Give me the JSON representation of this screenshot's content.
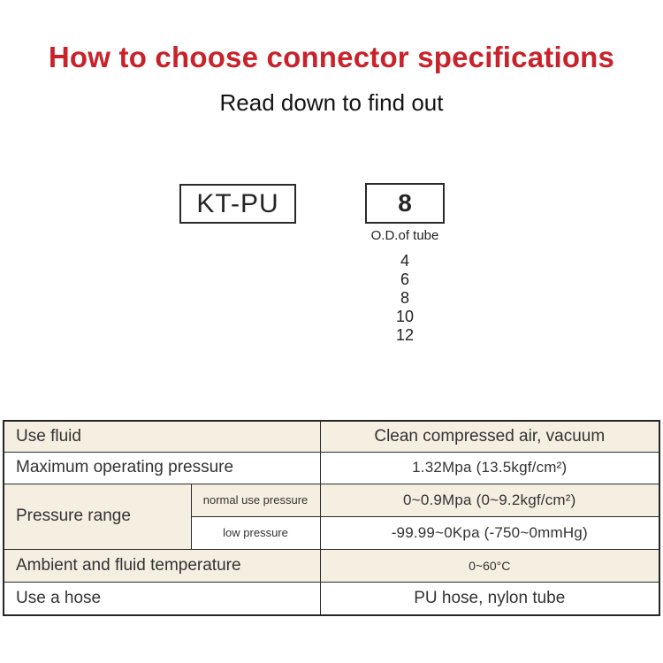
{
  "page": {
    "title": "How to choose connector specifications",
    "subtitle": "Read down to find out",
    "accent_color": "#c8232b",
    "shaded_row_color": "#f5efe1"
  },
  "selector": {
    "model_code": "KT-PU",
    "size_code": "8",
    "size_caption": "O.D.of tube",
    "size_options": [
      "4",
      "6",
      "8",
      "10",
      "12"
    ]
  },
  "spec_table": {
    "rows": [
      {
        "label": "Use fluid",
        "value": "Clean compressed air, vacuum"
      },
      {
        "label": "Maximum operating pressure",
        "value": "1.32Mpa (13.5kgf/cm²)"
      },
      {
        "label": "Pressure range",
        "sub": [
          {
            "label": "normal use pressure",
            "value": "0~0.9Mpa (0~9.2kgf/cm²)"
          },
          {
            "label": "low pressure",
            "value": "-99.99~0Kpa (-750~0mmHg)"
          }
        ]
      },
      {
        "label": "Ambient and fluid temperature",
        "value": "0~60°C"
      },
      {
        "label": "Use a hose",
        "value": "PU hose, nylon tube"
      }
    ]
  }
}
